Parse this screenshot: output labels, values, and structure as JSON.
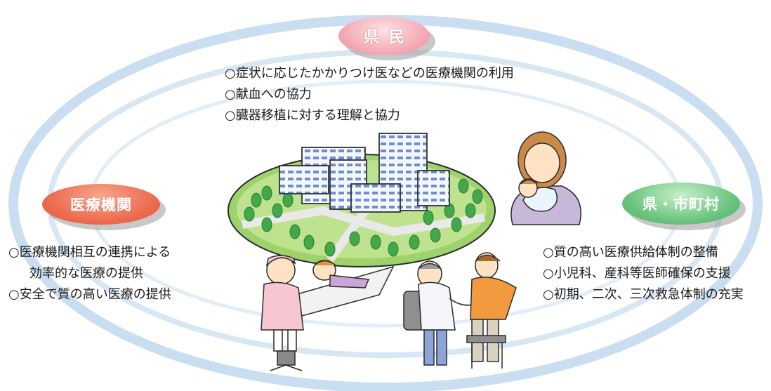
{
  "badges": {
    "kenmin": "県民",
    "iryo": "医療機関",
    "ken": "県・市町村"
  },
  "kenmin_items": [
    "○症状に応じたかかりつけ医などの医療機関の利用",
    "○献血への協力",
    "○臓器移植に対する理解と協力"
  ],
  "iryo_items": [
    "○医療機関相互の連携による",
    "効率的な医療の提供",
    "○安全で質の高い医療の提供"
  ],
  "ken_items": [
    "○質の高い医療供給体制の整備",
    "○小児科、産科等医師確保の支援",
    "○初期、二次、三次救急体制の充実"
  ],
  "colors": {
    "ring": "#c9def0",
    "kenmin_badge": "#f3a4ae",
    "iryo_badge": "#ec6a4d",
    "ken_badge": "#67c27c"
  },
  "icons": [
    "hospital-illustration",
    "mother-baby-illustration",
    "nurse-patient-illustration",
    "doctor-patient-illustration"
  ]
}
